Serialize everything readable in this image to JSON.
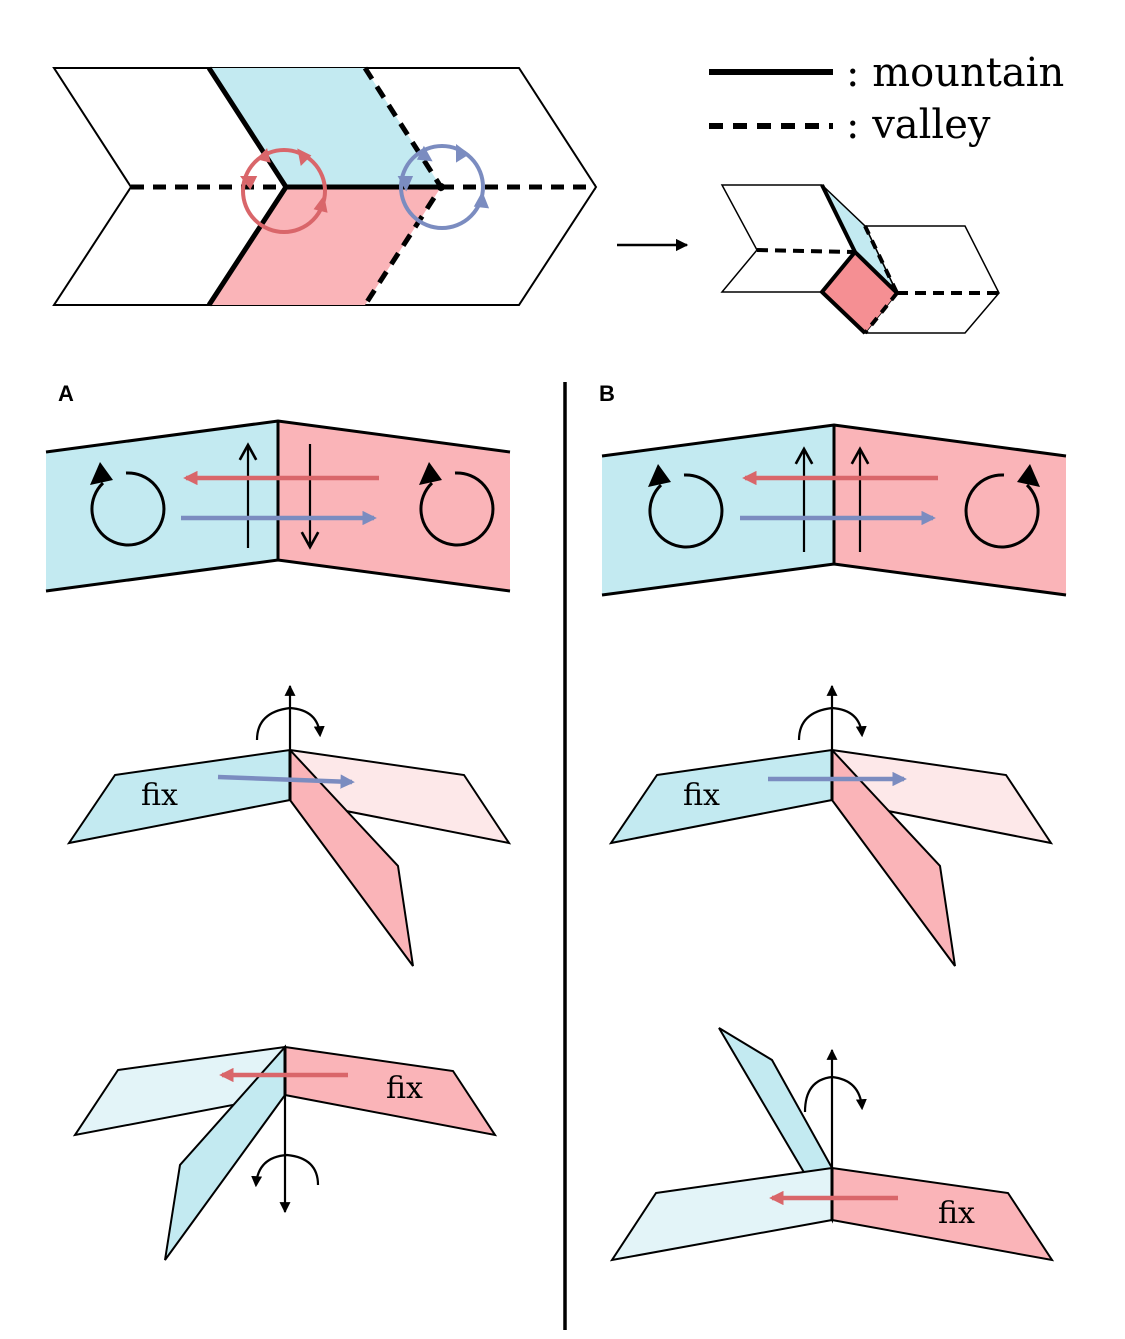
{
  "legend": {
    "mountain_label": ": mountain",
    "valley_label": ": valley"
  },
  "panels": {
    "a_label": "A",
    "b_label": "B"
  },
  "annotations": {
    "fix_a1": "fix",
    "fix_a2": "fix",
    "fix_b1": "fix",
    "fix_b2": "fix"
  },
  "colors": {
    "blue_face": "#c3eaf1",
    "red_face": "#fab4b8",
    "blue_faded": "#e3f4f8",
    "red_faded": "#fde8e9",
    "red_arrow": "#d9666a",
    "blue_arrow": "#7b8cc0",
    "red_folded": "#f58f93",
    "line": "#000000"
  }
}
